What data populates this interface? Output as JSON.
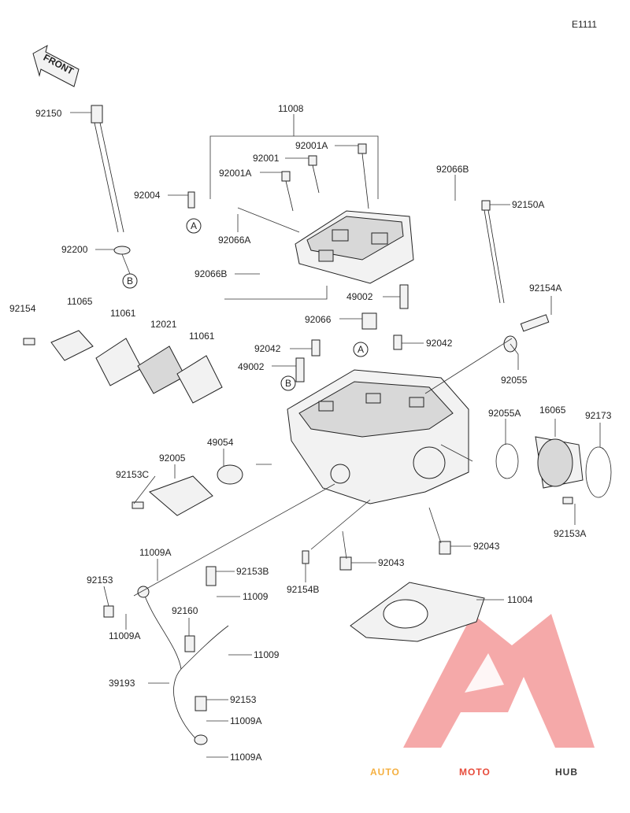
{
  "diagram_code": "E1111",
  "front_label": "FRONT",
  "ref_markers": [
    "A",
    "B"
  ],
  "watermark": {
    "part1": "AUTO",
    "part2": "MOTO",
    "part3": "HUB",
    "color1": "#f5b041",
    "color2": "#e74c3c",
    "color3": "#3a3a3a",
    "logo_color": "#f08080"
  },
  "part_numbers": {
    "p11008": "11008",
    "p92150": "92150",
    "p92001A_top": "92001A",
    "p92001": "92001",
    "p92001A": "92001A",
    "p92004": "92004",
    "p92066B_top": "92066B",
    "p92150A": "92150A",
    "p92066A": "92066A",
    "p92200": "92200",
    "p92066B": "92066B",
    "p92154": "92154",
    "p11065": "11065",
    "p11061_left": "11061",
    "p12021": "12021",
    "p11061_right": "11061",
    "p49002_top": "49002",
    "p92154A": "92154A",
    "p92066": "92066",
    "p92042_left": "92042",
    "p92042_right": "92042",
    "p49002": "49002",
    "p92055": "92055",
    "p92055A": "92055A",
    "p16065": "16065",
    "p92173": "92173",
    "p49054": "49054",
    "p92005": "92005",
    "p92153C": "92153C",
    "p92153A": "92153A",
    "p11009A_top": "11009A",
    "p92043_right": "92043",
    "p92153B": "92153B",
    "p92043": "92043",
    "p92153_left": "92153",
    "p11009_a": "11009",
    "p92154B": "92154B",
    "p11004": "11004",
    "p92160": "92160",
    "p11009A_left": "11009A",
    "p11009_b": "11009",
    "p39193": "39193",
    "p92153_bottom": "92153",
    "p11009A_bottom1": "11009A",
    "p11009A_bottom2": "11009A"
  }
}
